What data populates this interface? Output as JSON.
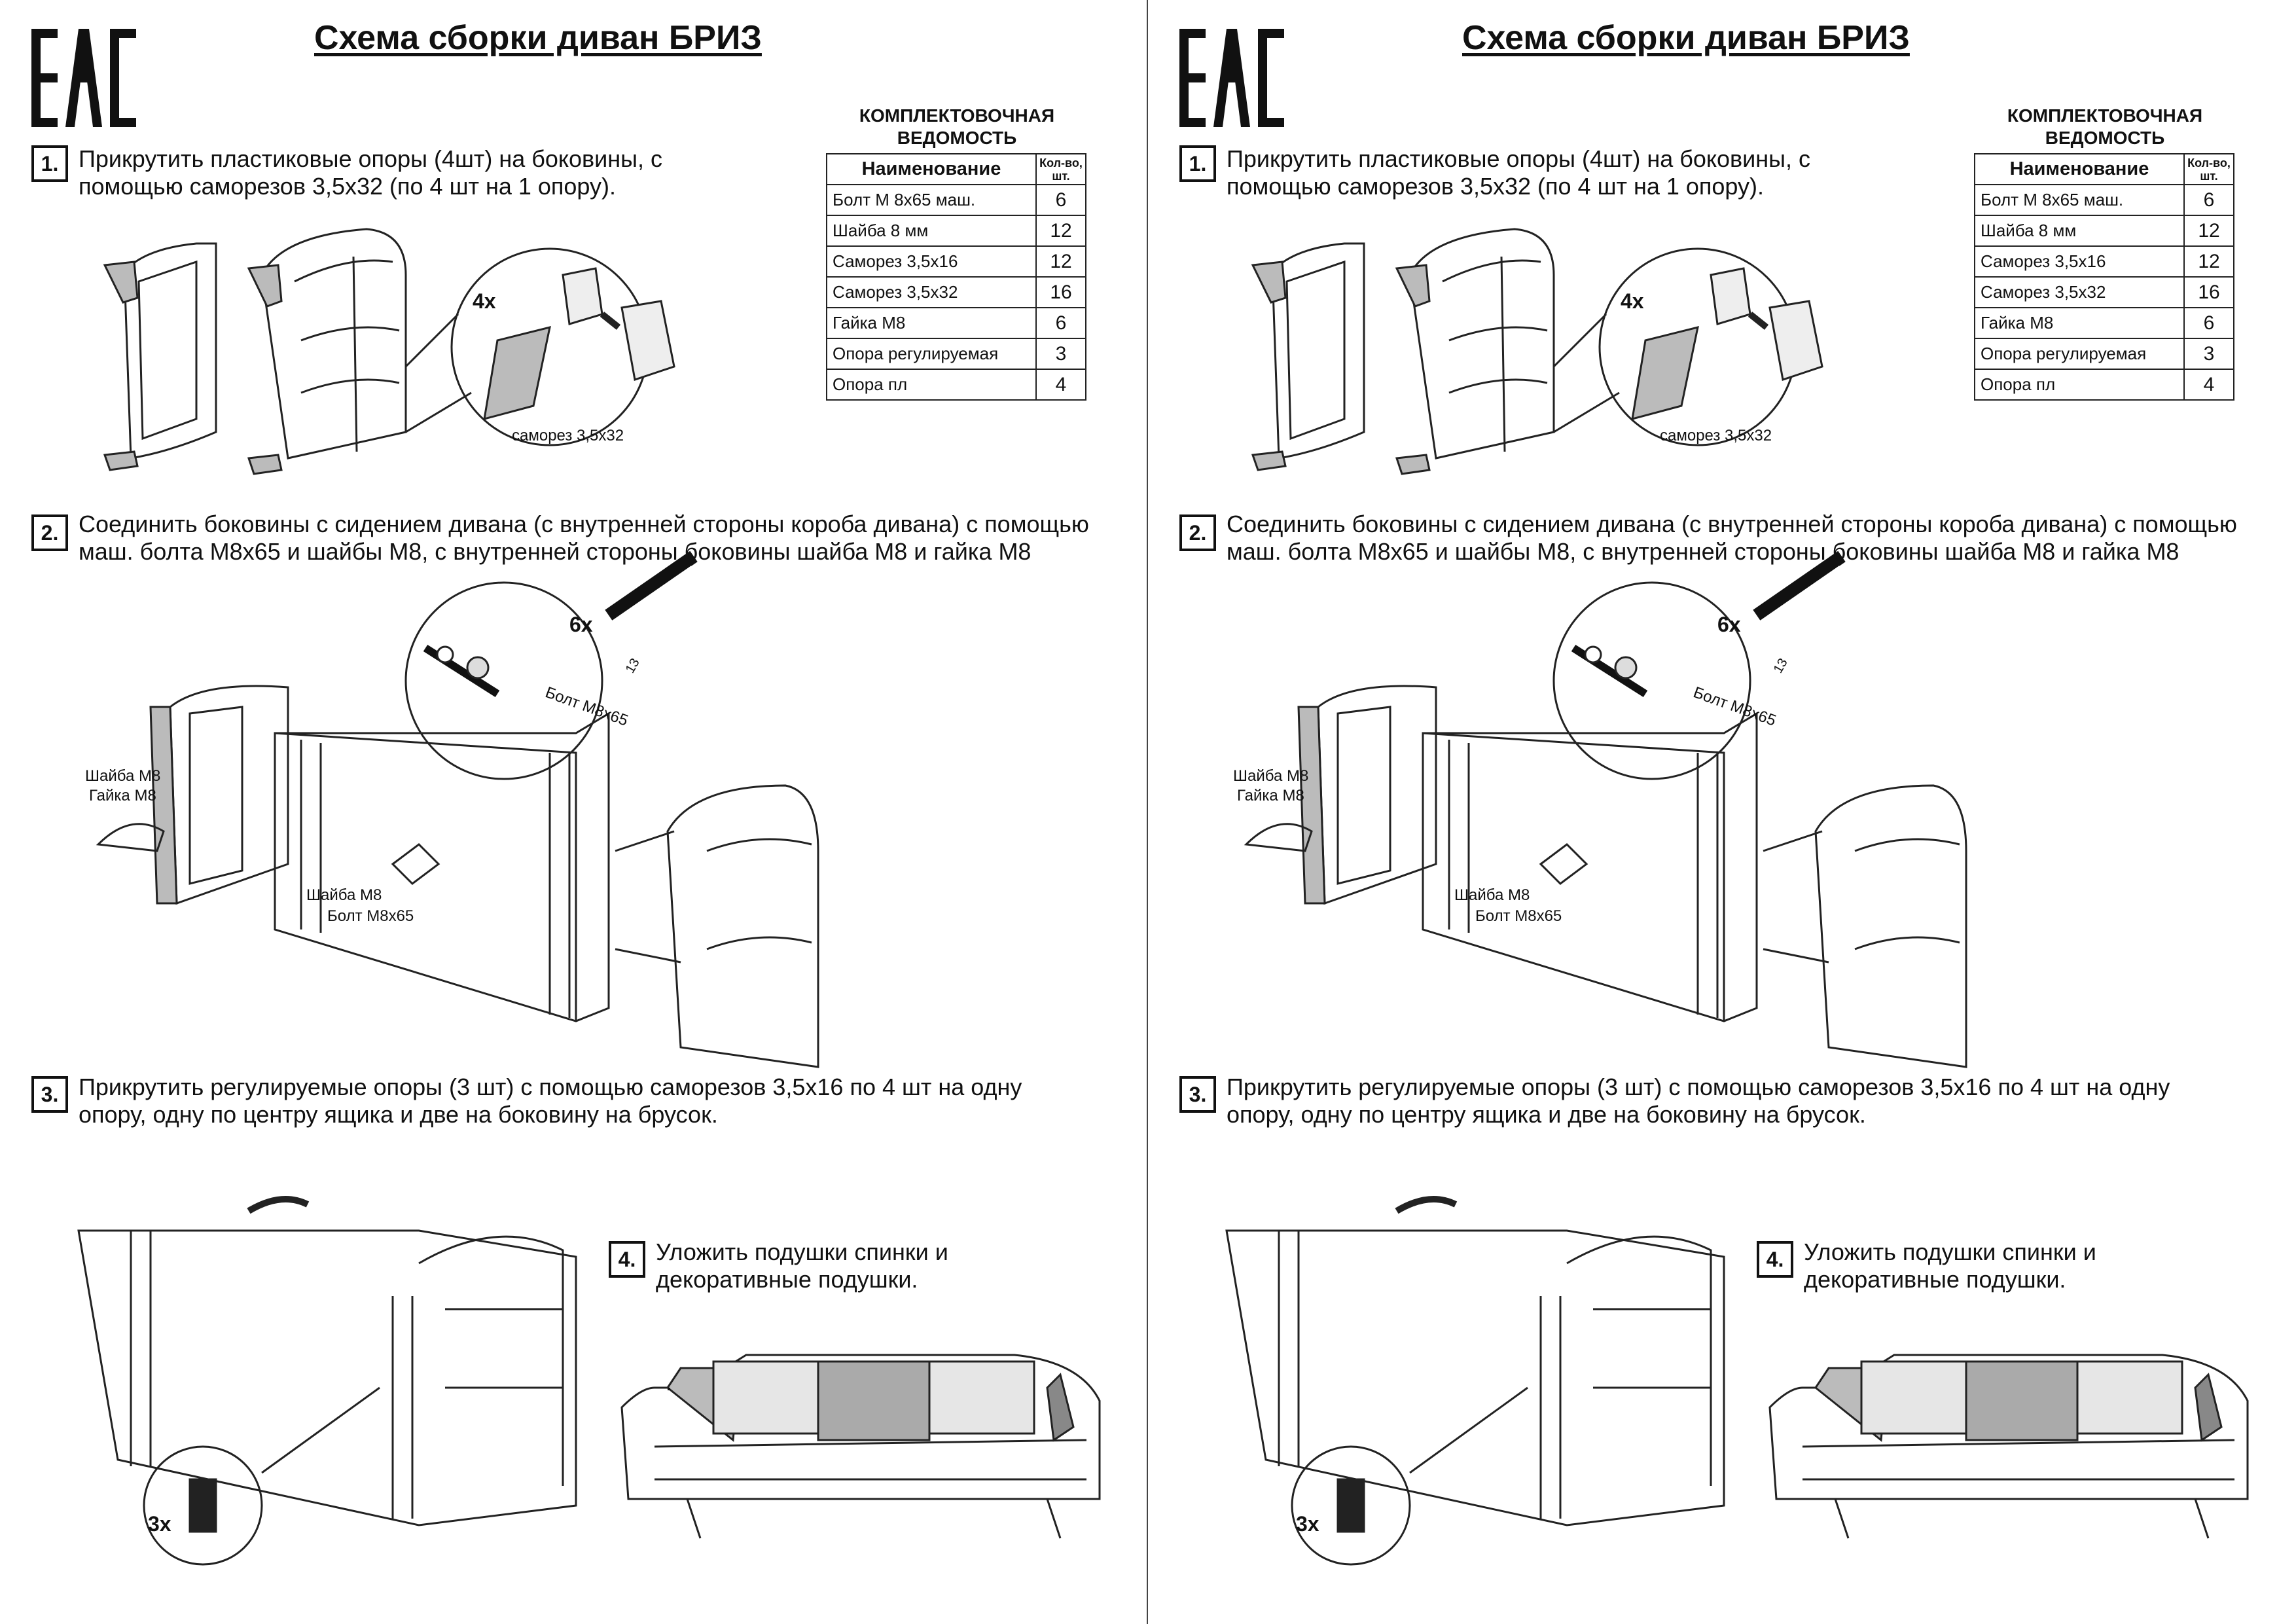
{
  "title": "Схема сборки диван БРИЗ",
  "certification_mark": "EAC",
  "steps": [
    {
      "number": "1.",
      "text": "Прикрутить пластиковые опоры (4шт) на боковины, с помощью саморезов 3,5х32 (по 4 шт на 1 опору)."
    },
    {
      "number": "2.",
      "text": "Соединить боковины с сидением дивана (с внутренней стороны короба дивана) с помощью маш. болта М8х65 и шайбы М8, с внутренней стороны боковины шайба М8 и гайка М8"
    },
    {
      "number": "3.",
      "text": "Прикрутить регулируемые опоры (3 шт) с помощью саморезов 3,5х16 по 4 шт на одну опору, одну по центру ящика и две на боковину на брусок."
    },
    {
      "number": "4.",
      "text": "Уложить подушки спинки и декоративные подушки."
    }
  ],
  "spec_table": {
    "title_line1": "КОМПЛЕКТОВОЧНАЯ",
    "title_line2": "ВЕДОМОСТЬ",
    "header_name": "Наименование",
    "header_qty_line1": "Кол-во,",
    "header_qty_line2": "шт.",
    "rows": [
      {
        "name": "Болт М 8х65 маш.",
        "qty": "6"
      },
      {
        "name": "Шайба 8 мм",
        "qty": "12"
      },
      {
        "name": "Саморез 3,5х16",
        "qty": "12"
      },
      {
        "name": "Саморез 3,5х32",
        "qty": "16"
      },
      {
        "name": "Гайка М8",
        "qty": "6"
      },
      {
        "name": "Опора регулируемая",
        "qty": "3"
      },
      {
        "name": "Опора пл",
        "qty": "4"
      }
    ]
  },
  "labels": {
    "count_4x": "4x",
    "screw_32": "саморез 3,5х32",
    "count_6x": "6x",
    "bolt_m8x65": "Болт М8х65",
    "washer_m8": "Шайба М8",
    "nut_m8": "Гайка М8",
    "count_3x": "3x",
    "wrench_size": "13"
  }
}
